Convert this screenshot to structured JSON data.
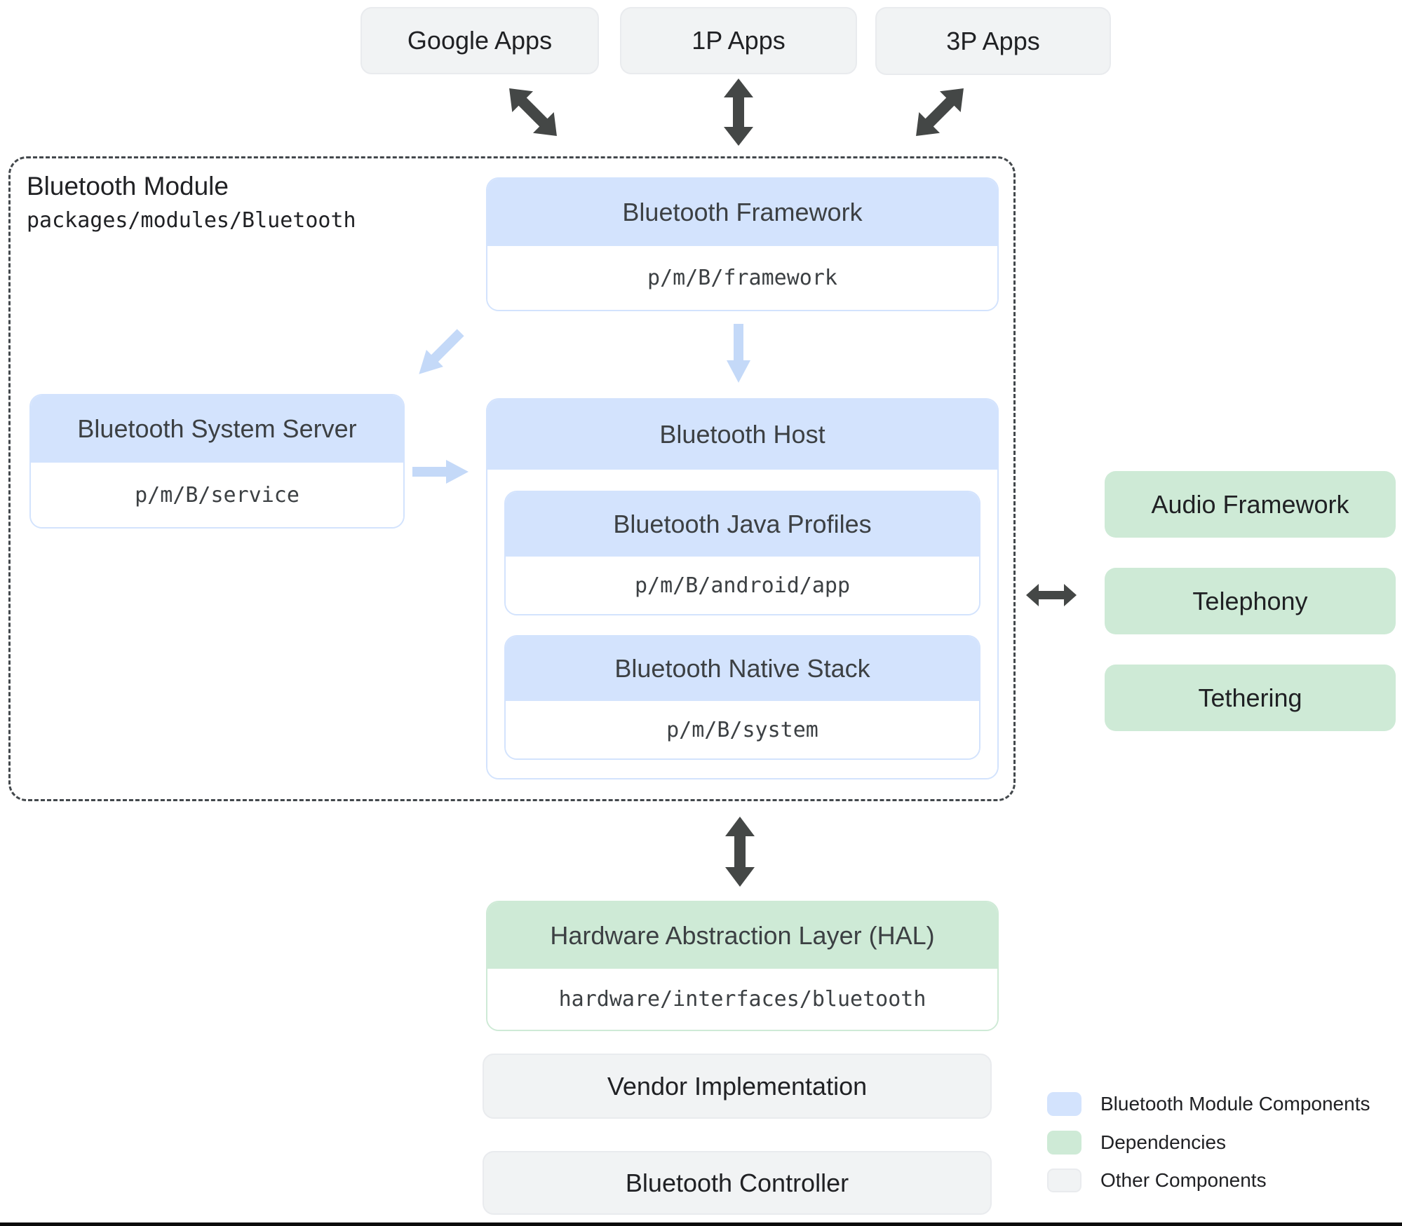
{
  "top_apps": [
    {
      "label": "Google Apps"
    },
    {
      "label": "1P Apps"
    },
    {
      "label": "3P Apps"
    }
  ],
  "module": {
    "title": "Bluetooth Module",
    "path": "packages/modules/Bluetooth",
    "framework": {
      "title": "Bluetooth Framework",
      "path": "p/m/B/framework"
    },
    "system_server": {
      "title": "Bluetooth System Server",
      "path": "p/m/B/service"
    },
    "host": {
      "title": "Bluetooth Host",
      "java_profiles": {
        "title": "Bluetooth Java Profiles",
        "path": "p/m/B/android/app"
      },
      "native_stack": {
        "title": "Bluetooth Native Stack",
        "path": "p/m/B/system"
      }
    }
  },
  "dependencies": [
    {
      "label": "Audio Framework"
    },
    {
      "label": "Telephony"
    },
    {
      "label": "Tethering"
    }
  ],
  "hal": {
    "title": "Hardware Abstraction Layer (HAL)",
    "path": "hardware/interfaces/bluetooth"
  },
  "other_components": [
    {
      "label": "Vendor Implementation"
    },
    {
      "label": "Bluetooth Controller"
    }
  ],
  "legend": [
    {
      "label": "Bluetooth Module Components",
      "color": "#d3e3fd"
    },
    {
      "label": "Dependencies",
      "color": "#ceead6"
    },
    {
      "label": "Other Components",
      "color": "#f1f3f4"
    }
  ],
  "colors": {
    "module_component_fill": "#d3e3fd",
    "dependency_fill": "#ceead6",
    "other_fill": "#f1f3f4",
    "dark_arrow": "#444746",
    "light_arrow": "#c4d9f8",
    "dashed_border": "#43484c",
    "header_text": "#3c4043",
    "text": "#202124"
  }
}
